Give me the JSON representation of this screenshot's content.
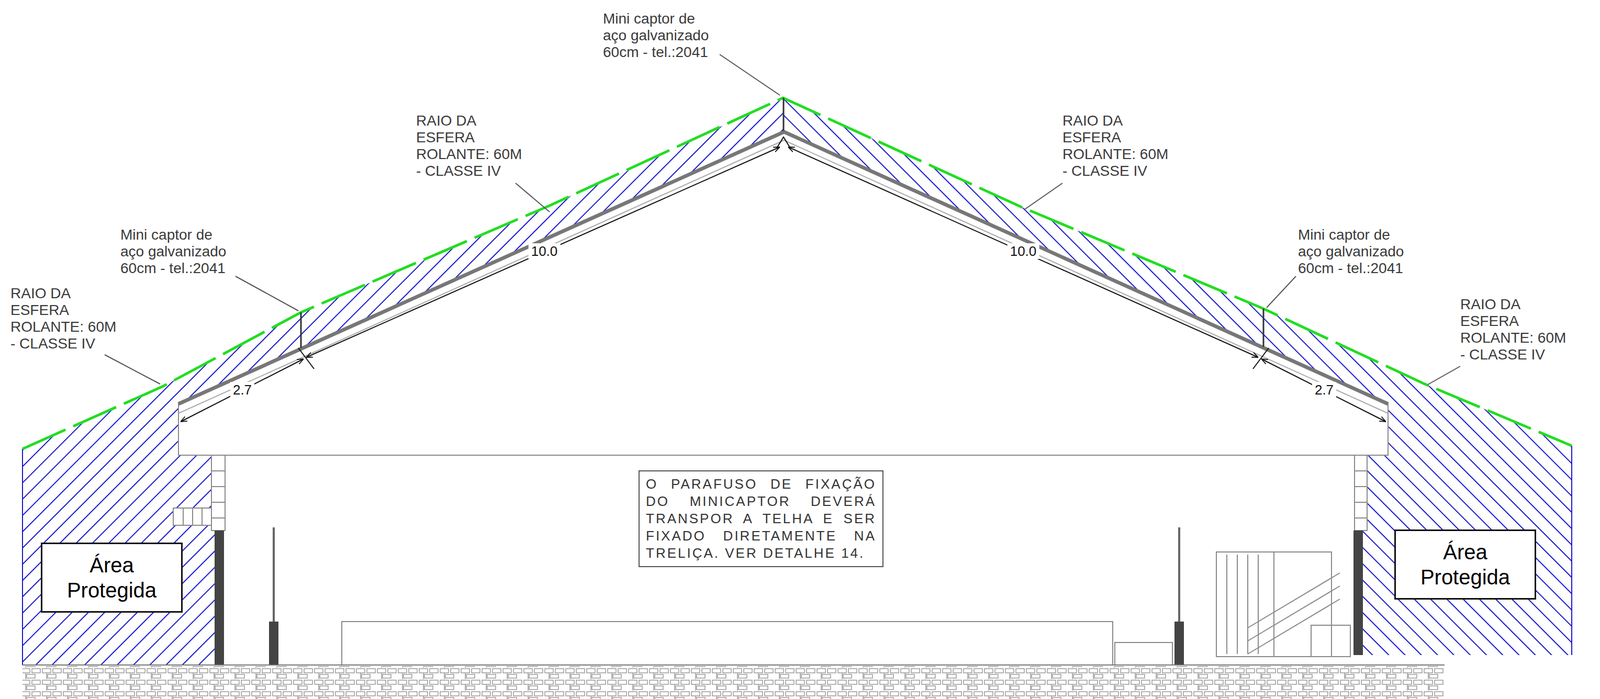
{
  "diagram": {
    "nodes": [
      {
        "text": [
          "Área Protegida"
        ]
      },
      {
        "text": [
          "O PARAFUSO DE FIXAÇÃO DO MINICAPTOR DEVERÁ TRANSPOR A TELHA E SER FIXADO DIRETAMENTE NA TRELIÇA. VER DETALHE 14."
        ]
      },
      {
        "text": [
          "Área Protegida"
        ]
      }
    ],
    "labels": [
      "Mini captor de aço galvanizado 60cm - tel.:2041",
      "RAIO DA ESFERA ROLANTE: 60M - CLASSE IV",
      "RAIO DA ESFERA ROLANTE: 60M - CLASSE IV",
      "Mini captor de aço galvanizado 60cm - tel.:2041",
      "Mini captor de aço galvanizado 60cm - tel.:2041",
      "RAIO DA ESFERA ROLANTE: 60M - CLASSE IV",
      "RAIO DA ESFERA ROLANTE: 60M - CLASSE IV",
      "10.0",
      "10.0",
      "2.7",
      "2.7"
    ]
  }
}
